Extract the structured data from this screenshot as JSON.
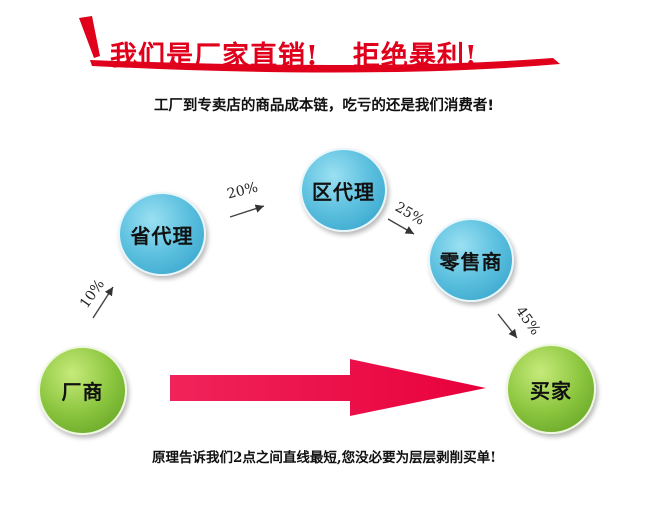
{
  "headline": {
    "part1": "我们是厂家直销!",
    "part2": "拒绝暴利!"
  },
  "subtitle": "工厂到专卖店的商品成本链，吃亏的还是我们消费者!",
  "nodes": {
    "factory": "厂商",
    "province": "省代理",
    "district": "区代理",
    "retail": "零售商",
    "buyer": "买家"
  },
  "percents": {
    "p10": "10%",
    "p20": "20%",
    "p25": "25%",
    "p45": "45%"
  },
  "footer": "原理告诉我们2点之间直线最短,您没必要为层层剥削买单!",
  "colors": {
    "accent_red": "#e0001b",
    "node_blue": "#5fc2e0",
    "node_green": "#8cc63f"
  }
}
